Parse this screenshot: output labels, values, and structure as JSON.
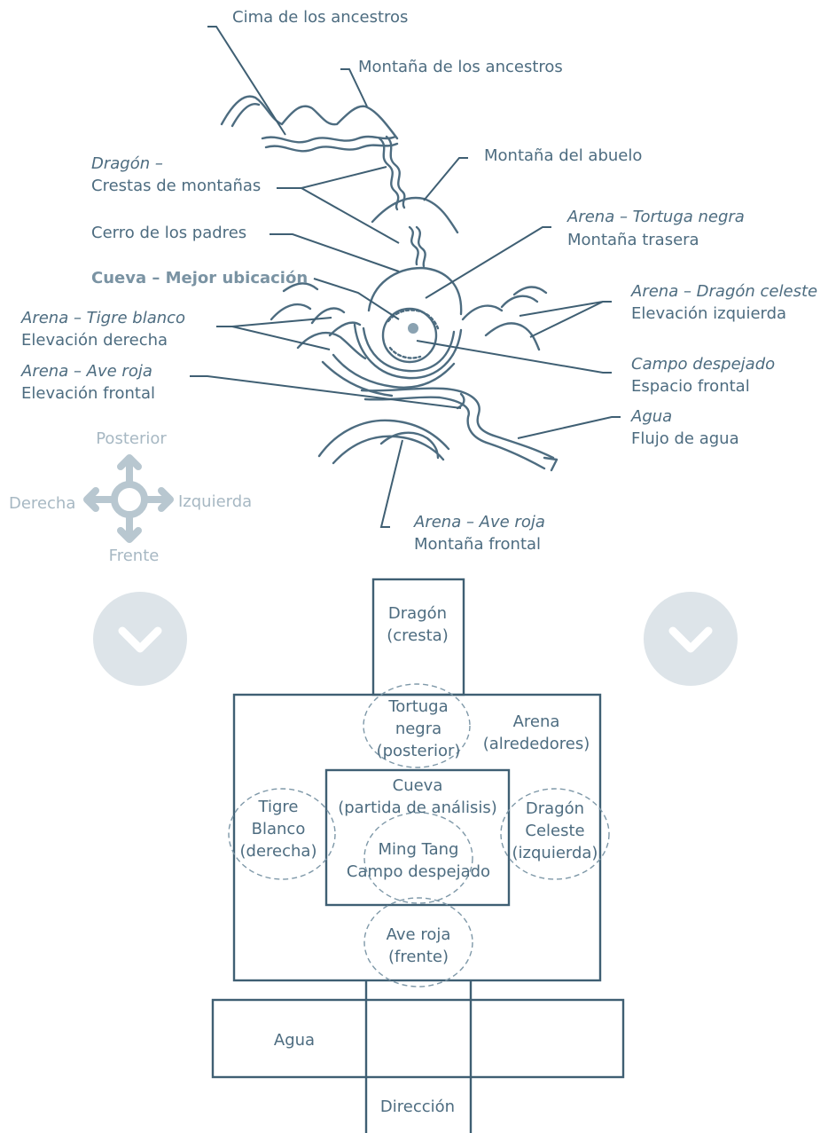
{
  "sketch_labels": {
    "cima": "Cima de los ancestros",
    "montana_ancestros": "Montaña de los ancestros",
    "dragon_italic": "Dragón –",
    "dragon_line2": "Crestas de montañas",
    "montana_abuelo": "Montaña del abuelo",
    "cerro_padres": "Cerro de los padres",
    "tortuga_italic": "Arena – Tortuga negra",
    "tortuga_line2": "Montaña trasera",
    "cueva": "Cueva – Mejor ubicación",
    "dragon_celeste_italic": "Arena – Dragón celeste",
    "dragon_celeste_line2": "Elevación izquierda",
    "tigre_italic": "Arena – Tigre blanco",
    "tigre_line2": "Elevación derecha",
    "ave_italic": "Arena – Ave roja",
    "ave_line2": "Elevación frontal",
    "campo_italic": "Campo despejado",
    "campo_line2": "Espacio frontal",
    "agua_italic": "Agua",
    "agua_line2": "Flujo de agua",
    "ave_montana_italic": "Arena – Ave roja",
    "ave_montana_line2": "Montaña frontal"
  },
  "compass": {
    "up": "Posterior",
    "down": "Frente",
    "left": "Derecha",
    "right": "Izquierda"
  },
  "nav": {
    "left_icon": "chevron-down-icon",
    "right_icon": "chevron-down-icon",
    "color": "#dde4e9"
  },
  "schematic": {
    "dragon": [
      "Dragón",
      "(cresta)"
    ],
    "tortuga": [
      "Tortuga",
      "negra",
      "(posterior)"
    ],
    "arena": [
      "Arena",
      "(alrededores)"
    ],
    "cueva": [
      "Cueva",
      "(partida de análisis)"
    ],
    "tigre": [
      "Tigre",
      "Blanco",
      "(derecha)"
    ],
    "dragon_celeste": [
      "Dragón",
      "Celeste",
      "(izquierda)"
    ],
    "ming_tang": [
      "Ming Tang",
      "Campo despejado"
    ],
    "ave_roja": [
      "Ave roja",
      "(frente)"
    ],
    "agua": "Agua",
    "direccion": "Dirección"
  },
  "colors": {
    "text": "#4d6c80",
    "line": "#3f5f73",
    "light": "#a7b8c3"
  }
}
